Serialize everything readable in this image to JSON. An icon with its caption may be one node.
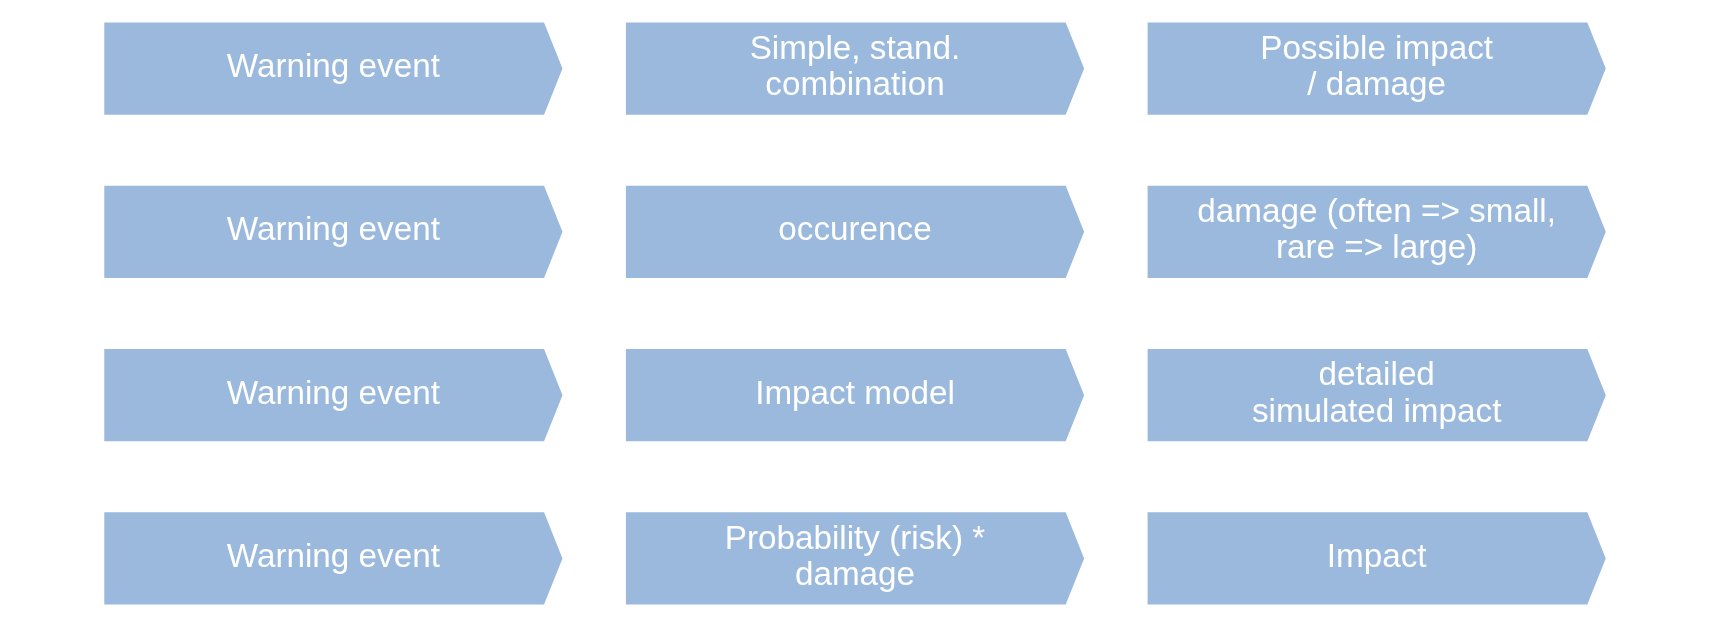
{
  "diagram": {
    "nodes": [
      {
        "text": [
          "Warning event"
        ]
      },
      {
        "text": [
          "Simple, stand. combination"
        ]
      },
      {
        "text": [
          "Possible impact / damage"
        ]
      },
      {
        "text": [
          "Warning event"
        ]
      },
      {
        "text": [
          "occurence"
        ]
      },
      {
        "text": [
          "damage (often => small, rare => large)"
        ]
      },
      {
        "text": [
          "Warning event"
        ]
      },
      {
        "text": [
          "Impact model"
        ]
      },
      {
        "text": [
          "detailed simulated impact"
        ]
      },
      {
        "text": [
          "Warning event"
        ]
      },
      {
        "text": [
          "Probability (risk) * damage"
        ]
      },
      {
        "text": [
          "Impact"
        ]
      }
    ]
  }
}
